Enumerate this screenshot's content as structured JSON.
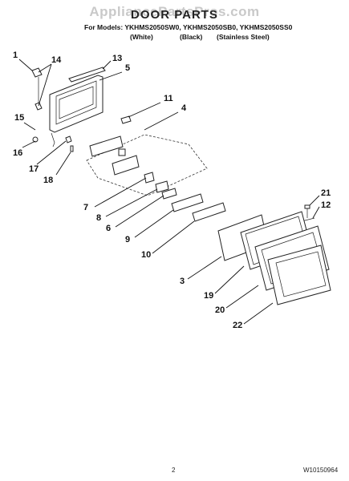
{
  "header": {
    "watermark": "AppliancePartsPros.com",
    "title": "DOOR PARTS",
    "models": "For Models: YKHMS2050SW0, YKHMS2050SB0, YKHMS2050SS0",
    "variants": [
      "(White)",
      "(Black)",
      "(Stainless Steel)"
    ]
  },
  "callouts": [
    "1",
    "14",
    "13",
    "5",
    "15",
    "11",
    "4",
    "16",
    "17",
    "18",
    "7",
    "8",
    "6",
    "9",
    "10",
    "21",
    "12",
    "3",
    "19",
    "20",
    "22"
  ],
  "footer": {
    "page_number": "2",
    "document_number": "W10150964"
  }
}
